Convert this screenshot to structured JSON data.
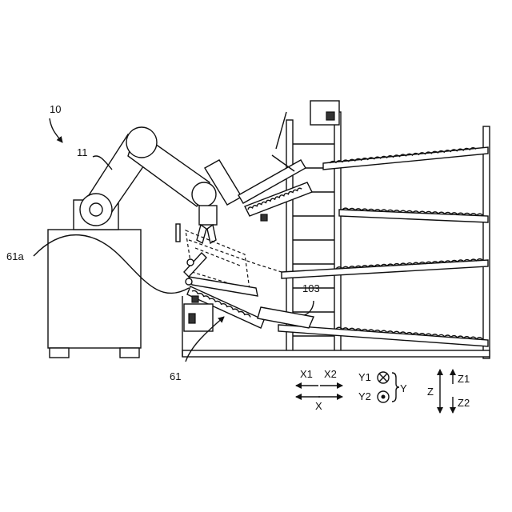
{
  "labels": {
    "system": "10",
    "robot": "11",
    "sensor_line": "61a",
    "unit": "61",
    "item": "103"
  },
  "legend": {
    "x1": "X1",
    "x2": "X2",
    "x": "X",
    "y1": "Y1",
    "y2": "Y2",
    "y": "Y",
    "z": "Z",
    "z1": "Z1",
    "z2": "Z2"
  }
}
